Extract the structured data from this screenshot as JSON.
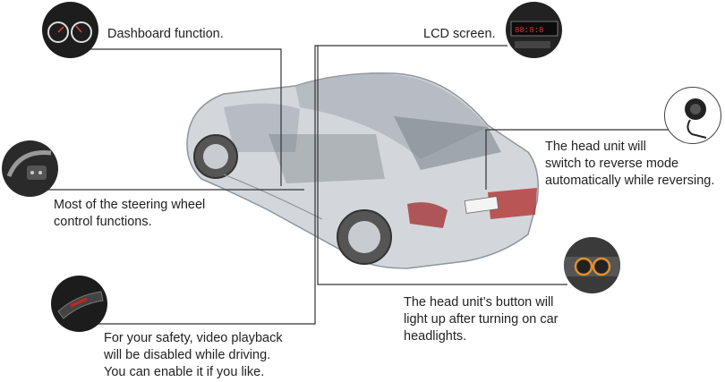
{
  "callouts": {
    "dashboard": {
      "text": "Dashboard function.",
      "icon": "dashboard-gauge-icon"
    },
    "lcd": {
      "text": "LCD screen.",
      "icon": "lcd-display-icon"
    },
    "reverse": {
      "line1": "The head unit will",
      "line2": "switch to reverse mode",
      "line3": "automatically while reversing.",
      "icon": "rear-camera-icon"
    },
    "steering": {
      "line1": "Most of the steering wheel",
      "line2": "control functions.",
      "icon": "steering-wheel-buttons-icon"
    },
    "headlights": {
      "line1": "The head unit’s button will",
      "line2": "light up after turning on car",
      "line3": "headlights.",
      "icon": "headlight-icon"
    },
    "handbrake": {
      "line1": "For your safety, video playback",
      "line2": "will be disabled while driving.",
      "line3": "You can enable it if you like.",
      "icon": "handbrake-icon"
    }
  },
  "colors": {
    "line": "#333333",
    "text": "#222222",
    "car_body": "#c9ced3",
    "thumb_bg": "#1a1a1a"
  }
}
